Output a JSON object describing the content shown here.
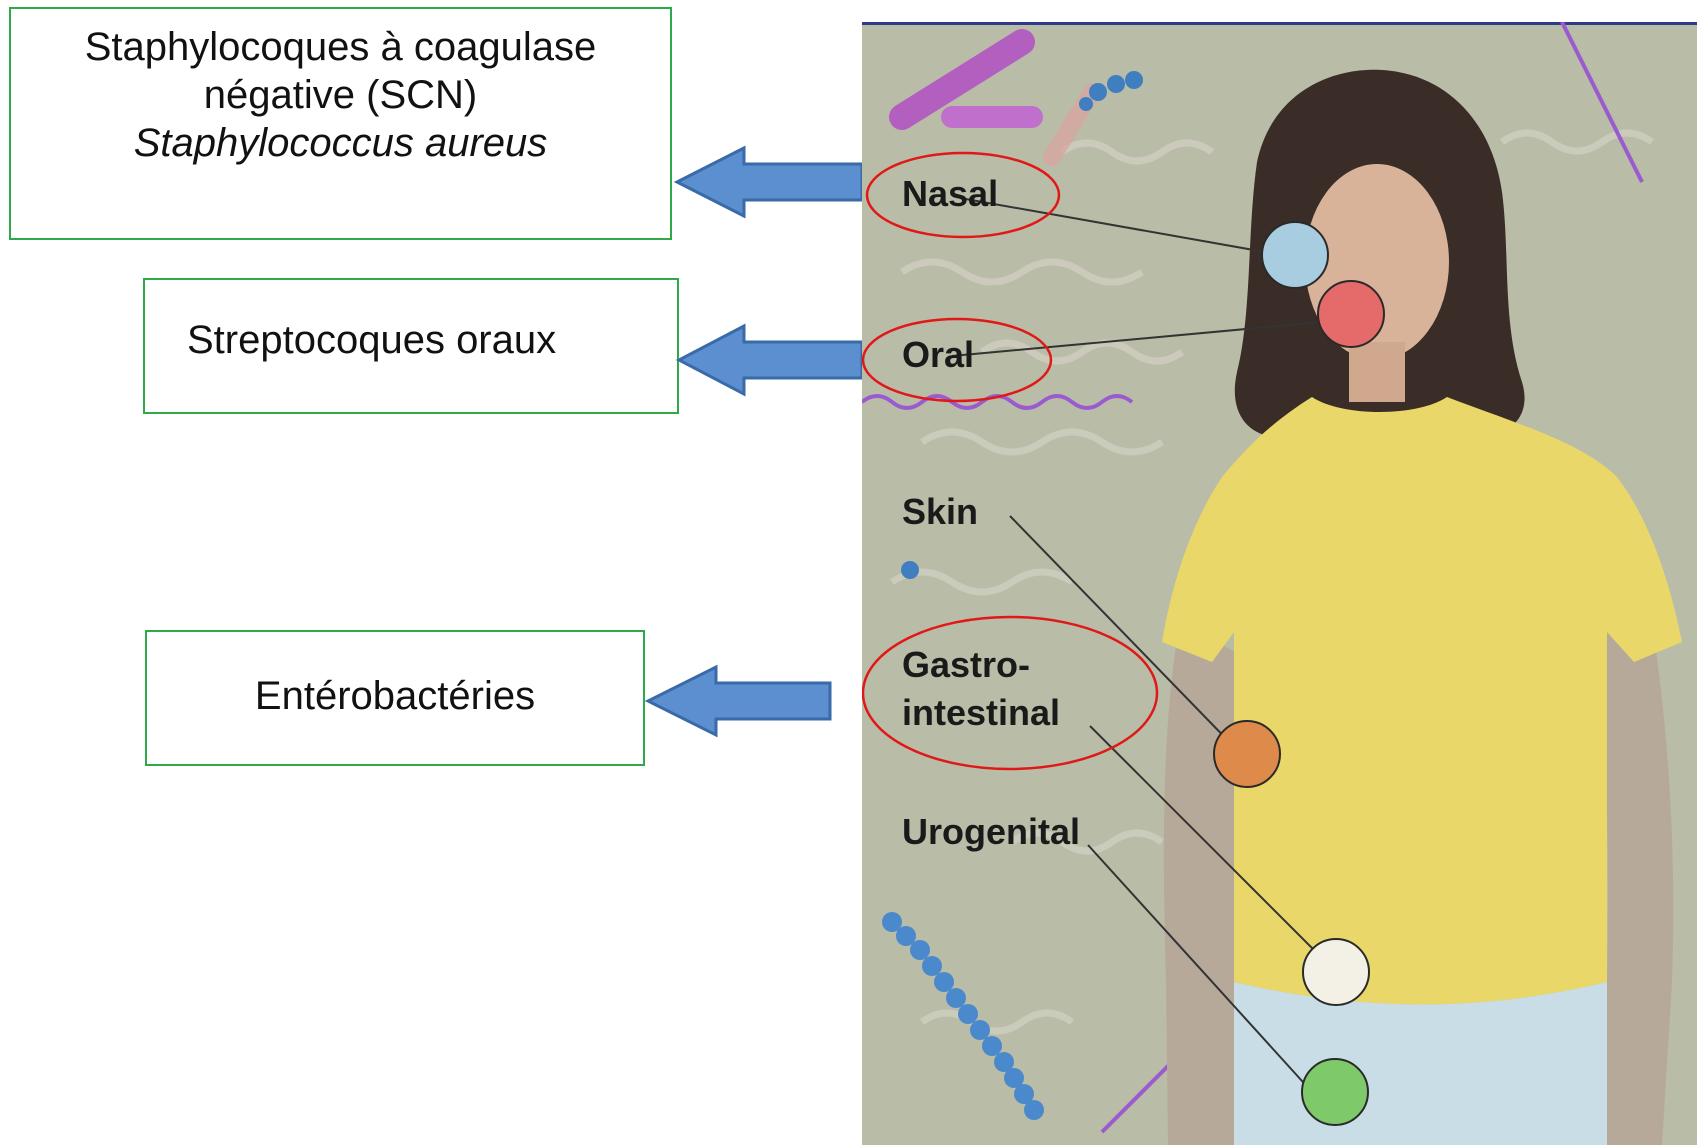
{
  "left_boxes": [
    {
      "lines": [
        {
          "text": "Staphylocoques à coagulase",
          "italic": false
        },
        {
          "text": "négative (SCN)",
          "italic": false
        },
        {
          "text": "Staphylococcus aureus",
          "italic": true
        }
      ]
    },
    {
      "lines": [
        {
          "text": "Streptocoques oraux",
          "italic": false
        }
      ]
    },
    {
      "lines": [
        {
          "text": "Entérobactéries",
          "italic": false
        }
      ]
    }
  ],
  "illustration": {
    "labels": {
      "nasal": "Nasal",
      "oral": "Oral",
      "skin": "Skin",
      "gastro_1": "Gastro-",
      "gastro_2": "intestinal",
      "urogenital": "Urogenital"
    }
  },
  "colors": {
    "box_border": "#2eaa4a",
    "arrow_fill": "#5b8fd0",
    "arrow_stroke": "#3a6aa8",
    "highlight_ellipse": "#e01818",
    "nasal_marker": "#a9cde0",
    "oral_marker": "#e56a6a",
    "skin_marker": "#de8a4a",
    "gastro_marker": "#f3f1e6",
    "urogenital_marker": "#7ec96a"
  }
}
